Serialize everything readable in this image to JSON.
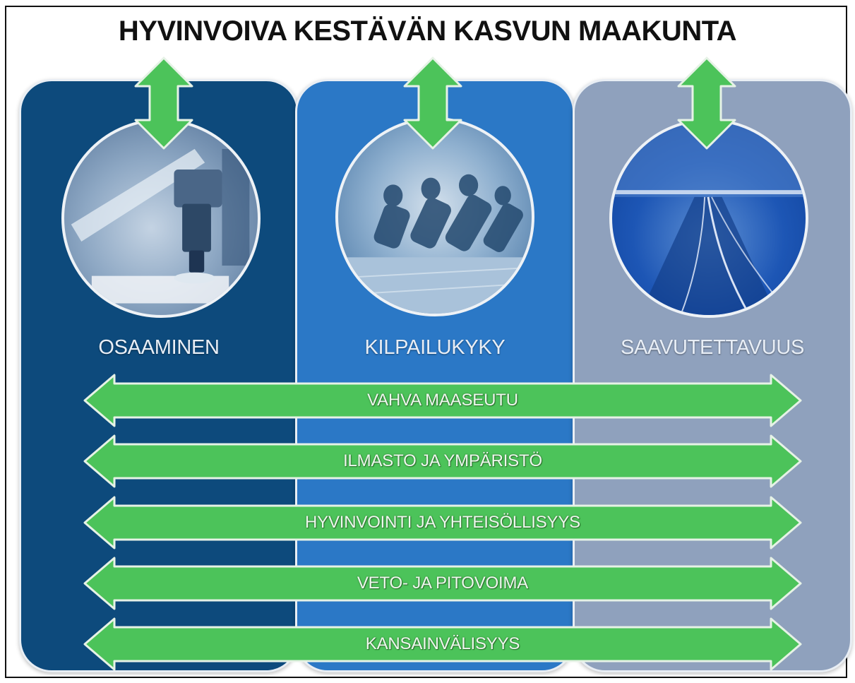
{
  "title": "HYVINVOIVA KESTÄVÄN KASVUN MAAKUNTA",
  "pillars": [
    {
      "label": "OSAAMINEN",
      "image": "microscope-photo",
      "color": "#0d4a7c"
    },
    {
      "label": "KILPAILUKYKY",
      "image": "sprinters-photo",
      "color": "#2b78c6"
    },
    {
      "label": "SAAVUTETTAVUUS",
      "image": "highway-photo",
      "color": "#8fa1bd"
    }
  ],
  "themes": [
    "VAHVA MAASEUTU",
    "ILMASTO JA YMPÄRISTÖ",
    "HYVINVOINTI JA YHTEISÖLLISYYS",
    "VETO- JA PITOVOIMA",
    "KANSAINVÄLISYYS"
  ],
  "colors": {
    "arrow_fill": "#4cc35a",
    "arrow_stroke": "#e6f2e6"
  }
}
